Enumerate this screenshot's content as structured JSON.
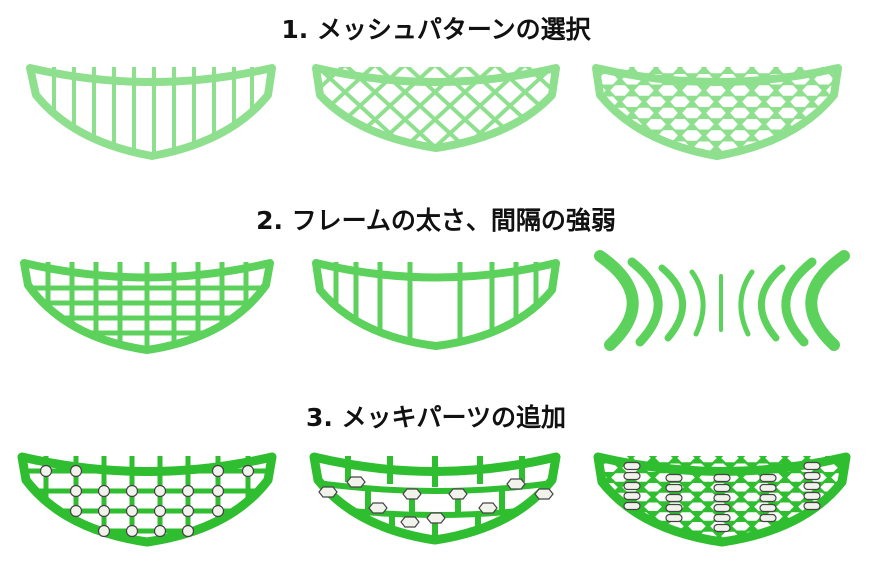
{
  "headings": {
    "step1": "1. メッシュパターンの選択",
    "step2": "2. フレームの太さ、間隔の強弱",
    "step3": "3. メッキパーツの追加"
  },
  "colors": {
    "row1": "#8ee08e",
    "row2": "#5cd25c",
    "row3": "#2fbe2f",
    "bead_fill": "#f2f2ec",
    "bead_stroke": "#444444",
    "text": "#111111"
  },
  "panels": [
    {
      "row": 1,
      "pattern": "vertical-bars"
    },
    {
      "row": 1,
      "pattern": "diamond-lattice"
    },
    {
      "row": 1,
      "pattern": "hexagon-honeycomb"
    },
    {
      "row": 2,
      "pattern": "grid"
    },
    {
      "row": 2,
      "pattern": "wide-vertical-bars"
    },
    {
      "row": 2,
      "pattern": "curved-strokes"
    },
    {
      "row": 3,
      "pattern": "grid-with-circle-beads"
    },
    {
      "row": 3,
      "pattern": "brick-with-hexagon-beads"
    },
    {
      "row": 3,
      "pattern": "honeycomb-with-capsule-beads"
    }
  ]
}
